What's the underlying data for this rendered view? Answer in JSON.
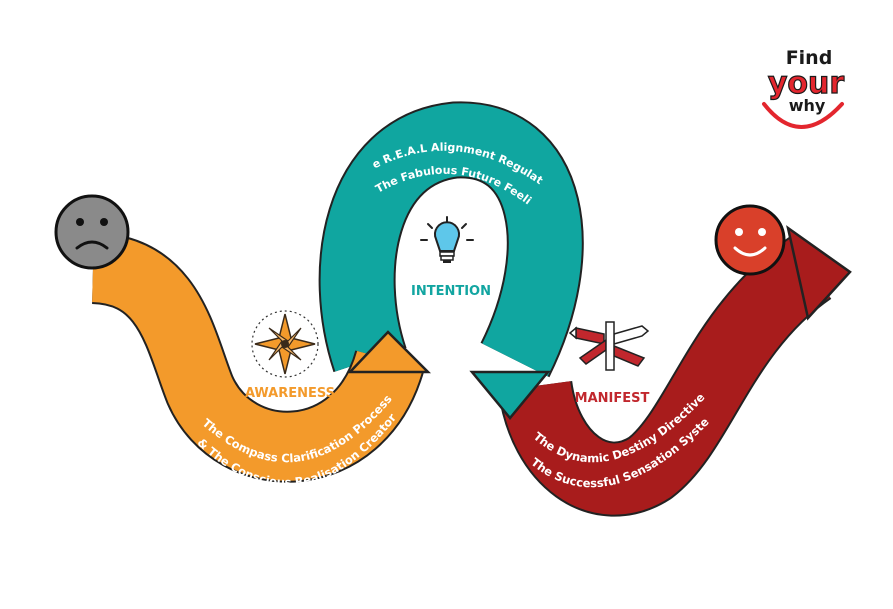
{
  "logo": {
    "line1": "Find",
    "line2": "your",
    "line3": "why",
    "colors": {
      "dark": "#1a1a1a",
      "red": "#e3262e"
    }
  },
  "stages": [
    {
      "name": "AWARENESS",
      "color": "#f39a2b",
      "text_color": "#f39a2b",
      "icon": "compass-star-icon",
      "caption_line1": "The Compass Clarification Process",
      "caption_line2": "& The Conscious Realisation Creator"
    },
    {
      "name": "INTENTION",
      "color": "#10a6a0",
      "text_color": "#12a5a1",
      "icon": "light-bulb-icon",
      "caption_line1": "The R.E.A.L Alignment Regulator",
      "caption_line2": "& The Fabulous Future Feeling"
    },
    {
      "name": "MANIFEST",
      "color": "#a81c1c",
      "text_color": "#c1272d",
      "icon": "signpost-icon",
      "caption_line1": "The Dynamic Destiny Directive",
      "caption_line2": "& The Successful Sensation System"
    }
  ],
  "faces": [
    {
      "name": "sad-face-icon",
      "color": "#8a8a8a"
    },
    {
      "name": "happy-face-icon",
      "color": "#d9402a"
    }
  ]
}
